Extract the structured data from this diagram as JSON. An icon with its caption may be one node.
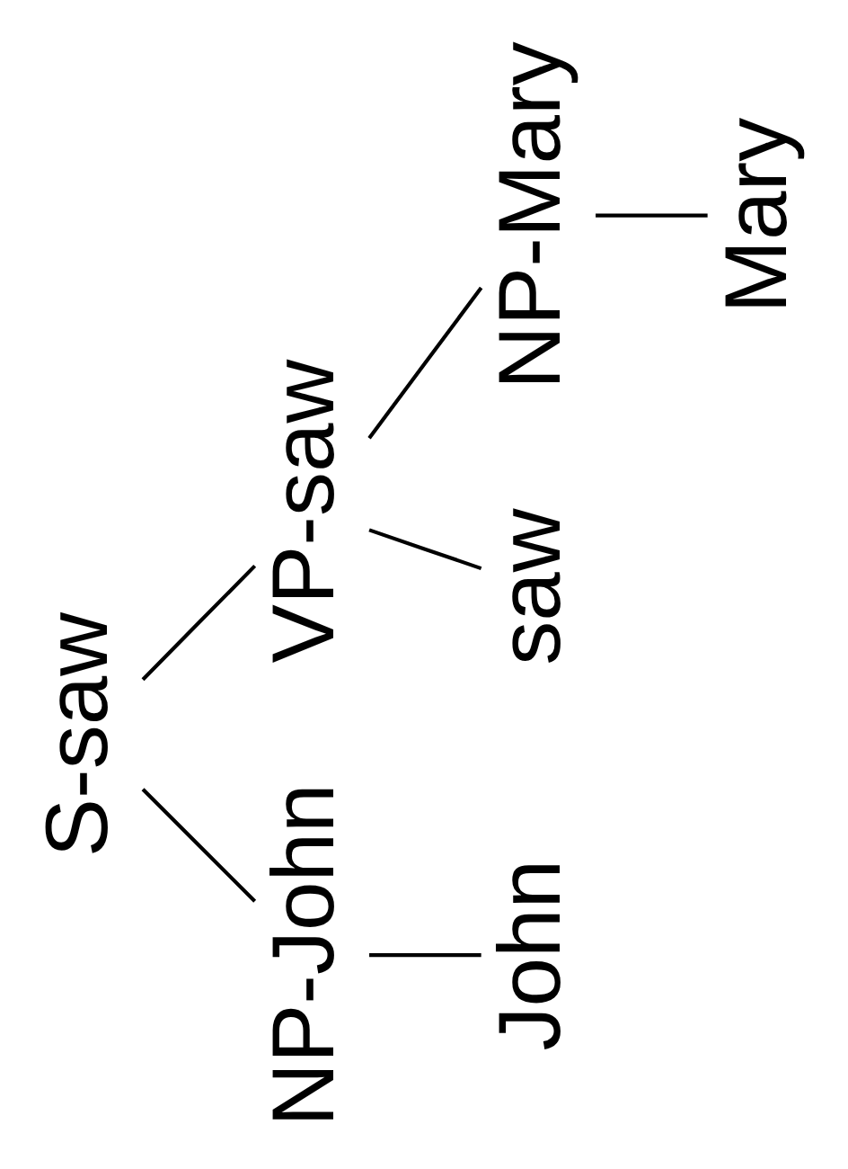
{
  "diagram": {
    "nodes": [
      {
        "text": [
          "S-saw"
        ]
      },
      {
        "text": [
          "NP-John"
        ]
      },
      {
        "text": [
          "VP-saw"
        ]
      },
      {
        "text": [
          "John"
        ]
      },
      {
        "text": [
          "saw"
        ]
      },
      {
        "text": [
          "NP-Mary"
        ]
      },
      {
        "text": [
          "Mary"
        ]
      }
    ],
    "edges": [
      {
        "from": 0,
        "to": 1,
        "arrow": "none"
      },
      {
        "from": 0,
        "to": 2,
        "arrow": "none"
      },
      {
        "from": 1,
        "to": 3,
        "arrow": "none"
      },
      {
        "from": 2,
        "to": 4,
        "arrow": "none"
      },
      {
        "from": 2,
        "to": 5,
        "arrow": "none"
      },
      {
        "from": 5,
        "to": 6,
        "arrow": "none"
      }
    ]
  }
}
